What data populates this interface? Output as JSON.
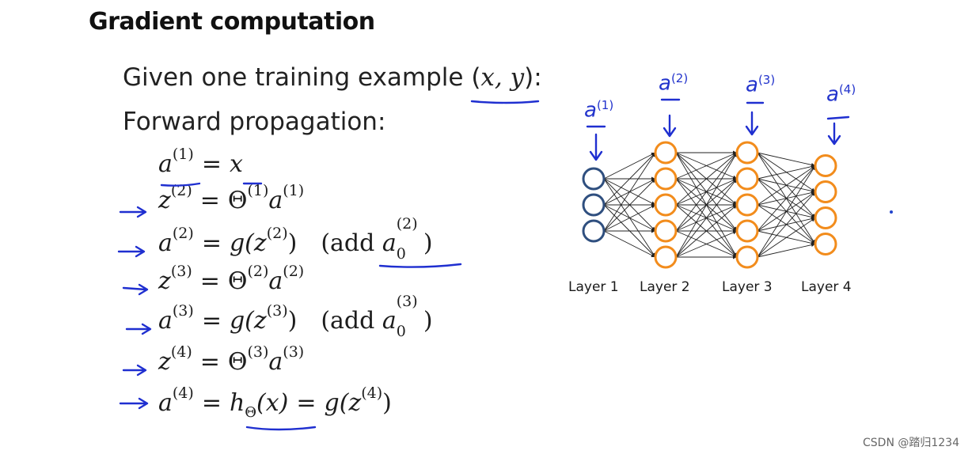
{
  "title": "Gradient computation",
  "intro": {
    "given_text": "Given one training example (",
    "given_vars": "x, y",
    "given_close": "):",
    "forward_text": "Forward propagation:"
  },
  "equations": {
    "e1": {
      "lhs": "a",
      "lhs_sup": "(1)",
      "eq": "=",
      "rhs": "x"
    },
    "e2": {
      "lhs": "z",
      "lhs_sup": "(2)",
      "eq": "=",
      "theta": "Θ",
      "theta_sup": "(1)",
      "rhs": "a",
      "rhs_sup": "(1)"
    },
    "e3": {
      "lhs": "a",
      "lhs_sup": "(2)",
      "eq": "=",
      "g": "g(",
      "z": "z",
      "z_sup": "(2)",
      "close": ")",
      "note_open": "(add ",
      "note_var": "a",
      "note_sub": "0",
      "note_sup": "(2)",
      "note_close": ")"
    },
    "e4": {
      "lhs": "z",
      "lhs_sup": "(3)",
      "eq": "=",
      "theta": "Θ",
      "theta_sup": "(2)",
      "rhs": "a",
      "rhs_sup": "(2)"
    },
    "e5": {
      "lhs": "a",
      "lhs_sup": "(3)",
      "eq": "=",
      "g": "g(",
      "z": "z",
      "z_sup": "(3)",
      "close": ")",
      "note_open": "(add ",
      "note_var": "a",
      "note_sub": "0",
      "note_sup": "(3)",
      "note_close": ")"
    },
    "e6": {
      "lhs": "z",
      "lhs_sup": "(4)",
      "eq": "=",
      "theta": "Θ",
      "theta_sup": "(3)",
      "rhs": "a",
      "rhs_sup": "(3)"
    },
    "e7": {
      "lhs": "a",
      "lhs_sup": "(4)",
      "eq": "=",
      "h": "h",
      "h_sub": "Θ",
      "hx": "(x)",
      "eq2": "=",
      "g": "g(",
      "z": "z",
      "z_sup": "(4)",
      "close": ")"
    }
  },
  "handwriting": {
    "a1": "a",
    "a1_sup": "(1)",
    "a2": "a",
    "a2_sup": "(2)",
    "a3": "a",
    "a3_sup": "(3)",
    "a4": "a",
    "a4_sup": "(4)"
  },
  "network": {
    "layers": [
      {
        "label": "Layer 1",
        "units": 3,
        "color": "#2f4f7f"
      },
      {
        "label": "Layer 2",
        "units": 5,
        "color": "#f28c1c"
      },
      {
        "label": "Layer 3",
        "units": 5,
        "color": "#f28c1c"
      },
      {
        "label": "Layer 4",
        "units": 4,
        "color": "#f28c1c"
      }
    ]
  },
  "watermark": "CSDN @踏归1234"
}
